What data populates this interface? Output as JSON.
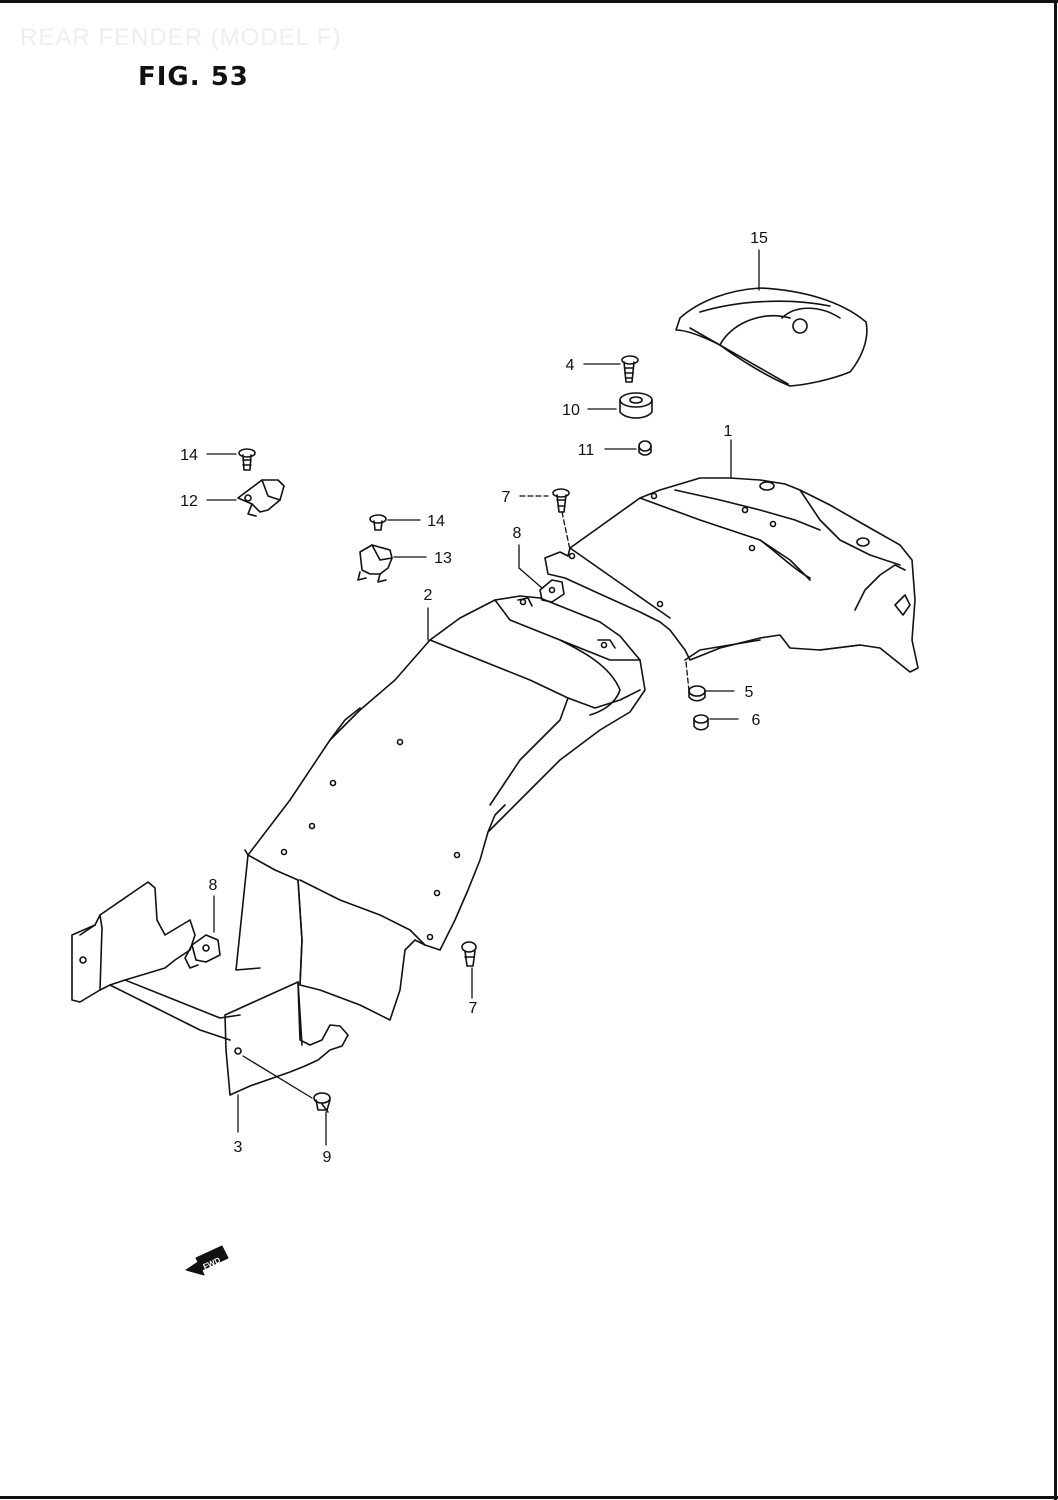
{
  "header": {
    "faded_title": "REAR FENDER (MODEL F)",
    "figure_label": "FIG. 53"
  },
  "fwd_arrow": {
    "text": "FWD"
  },
  "callouts": [
    {
      "id": "c15",
      "label": "15"
    },
    {
      "id": "c4",
      "label": "4"
    },
    {
      "id": "c10",
      "label": "10"
    },
    {
      "id": "c11",
      "label": "11"
    },
    {
      "id": "c1",
      "label": "1"
    },
    {
      "id": "c14a",
      "label": "14"
    },
    {
      "id": "c12",
      "label": "12"
    },
    {
      "id": "c14b",
      "label": "14"
    },
    {
      "id": "c13",
      "label": "13"
    },
    {
      "id": "c7a",
      "label": "7"
    },
    {
      "id": "c8a",
      "label": "8"
    },
    {
      "id": "c2",
      "label": "2"
    },
    {
      "id": "c5",
      "label": "5"
    },
    {
      "id": "c6",
      "label": "6"
    },
    {
      "id": "c8b",
      "label": "8"
    },
    {
      "id": "c7b",
      "label": "7"
    },
    {
      "id": "c3",
      "label": "3"
    },
    {
      "id": "c9",
      "label": "9"
    }
  ]
}
